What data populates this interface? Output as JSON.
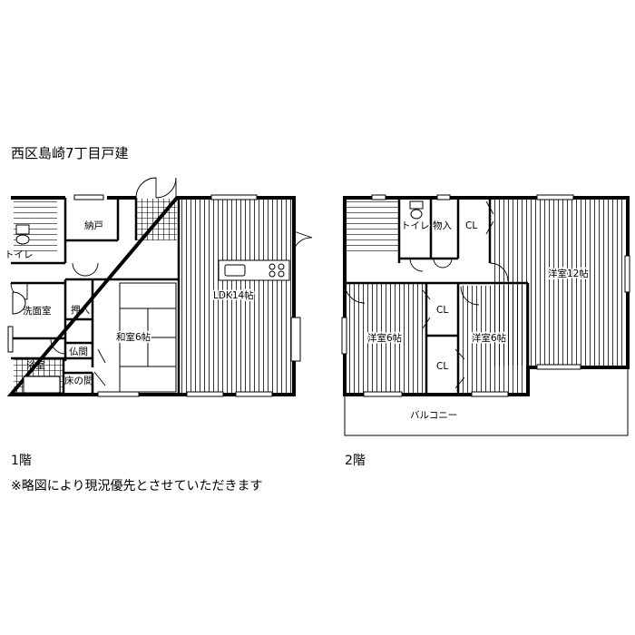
{
  "header": {
    "title": "西区島崎7丁目戸建"
  },
  "floor1": {
    "caption": "1階",
    "rooms": {
      "nando": "納戸",
      "toilet": "トイレ",
      "senmen": "洗面室",
      "oshiire": "押入",
      "butsuma": "仏間",
      "yokushitsu": "浴室",
      "tokonoma": "床の間",
      "washitsu": "和室6帖",
      "ldk": "LDK14帖"
    }
  },
  "floor2": {
    "caption": "2階",
    "rooms": {
      "toilet": "トイレ",
      "monoire": "物入",
      "cl_top": "CL",
      "yoshitsu12": "洋室12帖",
      "cl_mid": "CL",
      "cl_low": "CL",
      "yoshitsu6_left": "洋室6帖",
      "yoshitsu6_right": "洋室6帖",
      "balcony": "バルコニー"
    }
  },
  "footer": {
    "note": "※略図により現況優先とさせていただきます"
  }
}
